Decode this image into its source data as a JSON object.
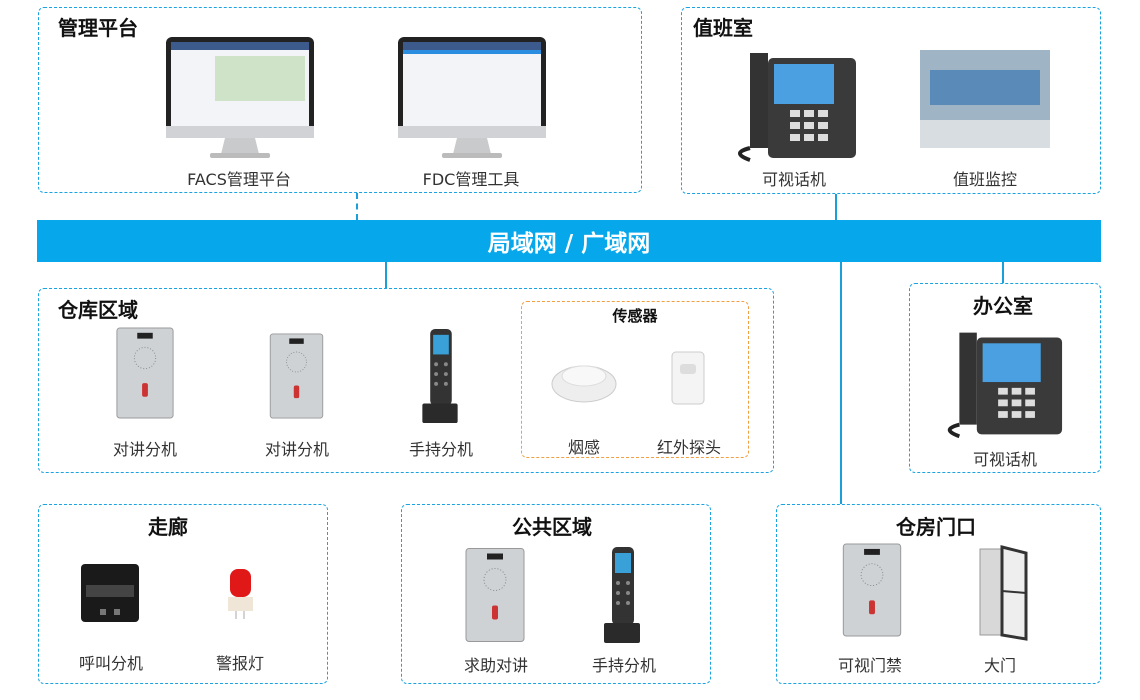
{
  "network": {
    "label": "局域网 / 广域网"
  },
  "mgmt": {
    "title": "管理平台",
    "items": [
      "FACS管理平台",
      "FDC管理工具"
    ]
  },
  "duty": {
    "title": "值班室",
    "items": [
      "可视话机",
      "值班监控"
    ]
  },
  "warehouse": {
    "title": "仓库区域",
    "items": [
      "对讲分机",
      "对讲分机",
      "手持分机"
    ],
    "sensors": {
      "title": "传感器",
      "items": [
        "烟感",
        "红外探头"
      ]
    }
  },
  "office": {
    "title": "办公室",
    "items": [
      "可视话机"
    ]
  },
  "corridor": {
    "title": "走廊",
    "items": [
      "呼叫分机",
      "警报灯"
    ]
  },
  "public": {
    "title": "公共区域",
    "items": [
      "求助对讲",
      "手持分机"
    ]
  },
  "gate": {
    "title": "仓房门口",
    "items": [
      "可视门禁",
      "大门"
    ]
  },
  "colors": {
    "network": "#07a7eb",
    "border": "#19a3e0",
    "sensor_border": "#f0a040"
  }
}
